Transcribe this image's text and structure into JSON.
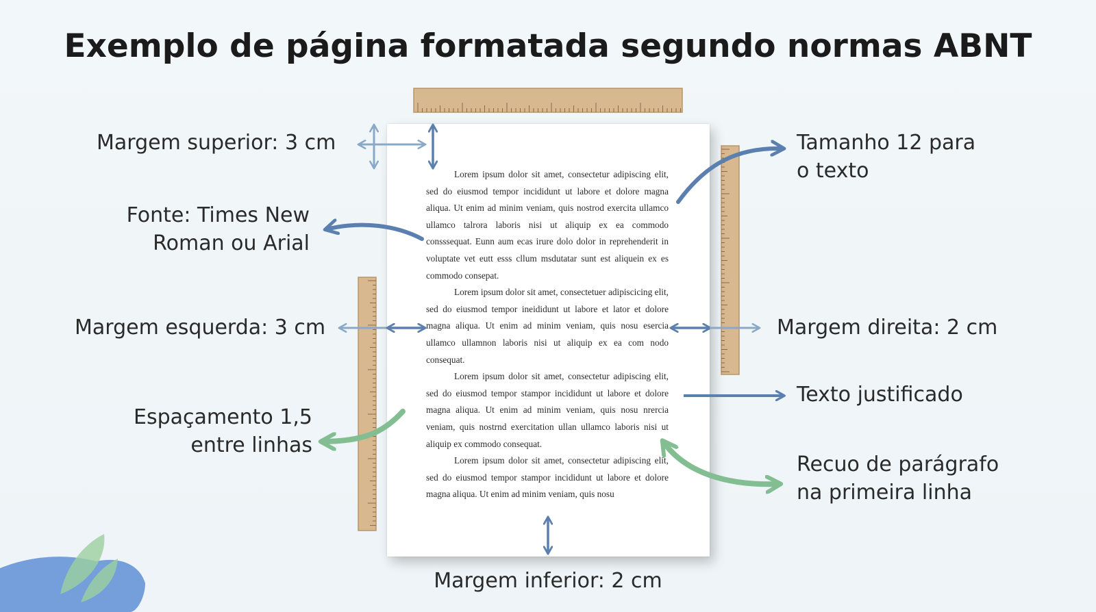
{
  "title": "Exemplo de página formatada segundo normas ABNT",
  "labels": {
    "top_margin": "Margem superior: 3 cm",
    "font_line1": "Fonte: Times New",
    "font_line2": "Roman ou Arial",
    "left_margin": "Margem esquerda: 3 cm",
    "spacing_line1": "Espaçamento 1,5",
    "spacing_line2": "entre linhas",
    "size_line1": "Tamanho 12 para",
    "size_line2": "o texto",
    "right_margin": "Margem direita: 2 cm",
    "justified": "Texto justificado",
    "indent_line1": "Recuo de parágrafo",
    "indent_line2": "na primeira linha",
    "bottom_margin": "Margem inferior: 2 cm"
  },
  "page": {
    "paragraphs": [
      "Lorem ipsum dolor sit amet, consectetur adipiscing elit, sed do eiusmod tempor incididunt ut labore et dolore magna aliqua. Ut enim ad minim veniam, quis nostrod exercita ullamco ullamco talrora laboris nisi ut aliquip ex ea commodo consssequat. Eunn aum ecas irure dolo dolor in reprehenderit in voluptate vet eutt esss cllum msdutatar sunt est aliquein ex es commodo consepat.",
      "Lorem ipsum dolor sit amet, consectetuer adipiscicing elit, sed do eiusmod tempor ineididunt ut labore et lator et dolore magna aliqua. Ut enim ad minim veniam, quis nosu esercia ullamco ullamnon laboris nisi ut aliquip ex ea com nodo consequat.",
      "Lorem ipsum dolor sit amet, consectetur adipiscing elit, sed do eiusmod tempor stampor incididunt ut labore et dolore magna aliqua. Ut enim ad minim veniam, quis nosu nrercia veniam, quis nostrnd exercitation ullan ullamco laboris nisi ut aliquip ex commodo consequat.",
      "Lorem ipsum dolor sit amet, consectetur adipiscing elit, sed do eiusmod tempor stampor incididunt ut labore et dolore magna aliqua. Ut enim ad minim veniam, quis nosu"
    ]
  },
  "colors": {
    "blue_arrow": "#5b7fae",
    "light_blue_arrow": "#8aa9c9",
    "green_arrow": "#82be92",
    "ruler_fill": "#d8b88f",
    "ruler_stroke": "#b8956a",
    "ruler_tick": "#8c6a44",
    "decor_blue": "#5e8fd6",
    "decor_green": "#9bcf9f"
  }
}
